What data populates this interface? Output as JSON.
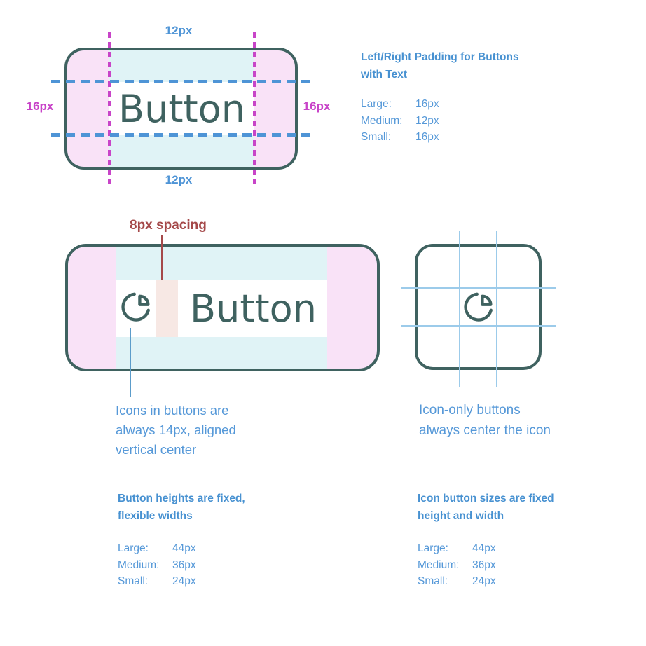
{
  "figures": {
    "padding_button": {
      "label": "Button",
      "top_gap_label": "12px",
      "bottom_gap_label": "12px",
      "left_pad_label": "16px",
      "right_pad_label": "16px"
    },
    "icon_text_button": {
      "label": "Button",
      "spacing_label": "8px spacing",
      "icon": "pie-chart-icon",
      "caption_line1": "Icons in buttons are",
      "caption_line2": "always 14px, aligned",
      "caption_line3": "vertical center"
    },
    "icon_only_button": {
      "icon": "pie-chart-icon",
      "caption_line1": "Icon-only buttons",
      "caption_line2": "always center the icon"
    }
  },
  "specs": {
    "padding": {
      "title_line1": "Left/Right Padding for Buttons",
      "title_line2": "with Text",
      "rows": [
        {
          "label": "Large:",
          "value": "16px"
        },
        {
          "label": "Medium:",
          "value": "12px"
        },
        {
          "label": "Small:",
          "value": "16px"
        }
      ]
    },
    "heights": {
      "title_line1": "Button heights are fixed,",
      "title_line2": "flexible widths",
      "rows": [
        {
          "label": "Large:",
          "value": "44px"
        },
        {
          "label": "Medium:",
          "value": "36px"
        },
        {
          "label": "Small:",
          "value": "24px"
        }
      ]
    },
    "icon_sizes": {
      "title_line1": "Icon button sizes are fixed",
      "title_line2": "height and width",
      "rows": [
        {
          "label": "Large:",
          "value": "44px"
        },
        {
          "label": "Medium:",
          "value": "36px"
        },
        {
          "label": "Small:",
          "value": "24px"
        }
      ]
    }
  },
  "colors": {
    "teal": "#3f6260",
    "pink": "#f9e2f7",
    "cyan": "#e0f3f6",
    "rose": "#f7e8e4",
    "magenta": "#c844c8",
    "dash_blue": "#4e94d6",
    "grid_blue": "#9ccbea",
    "text_blue": "#5598d8",
    "annotation_red": "#a5494a"
  }
}
